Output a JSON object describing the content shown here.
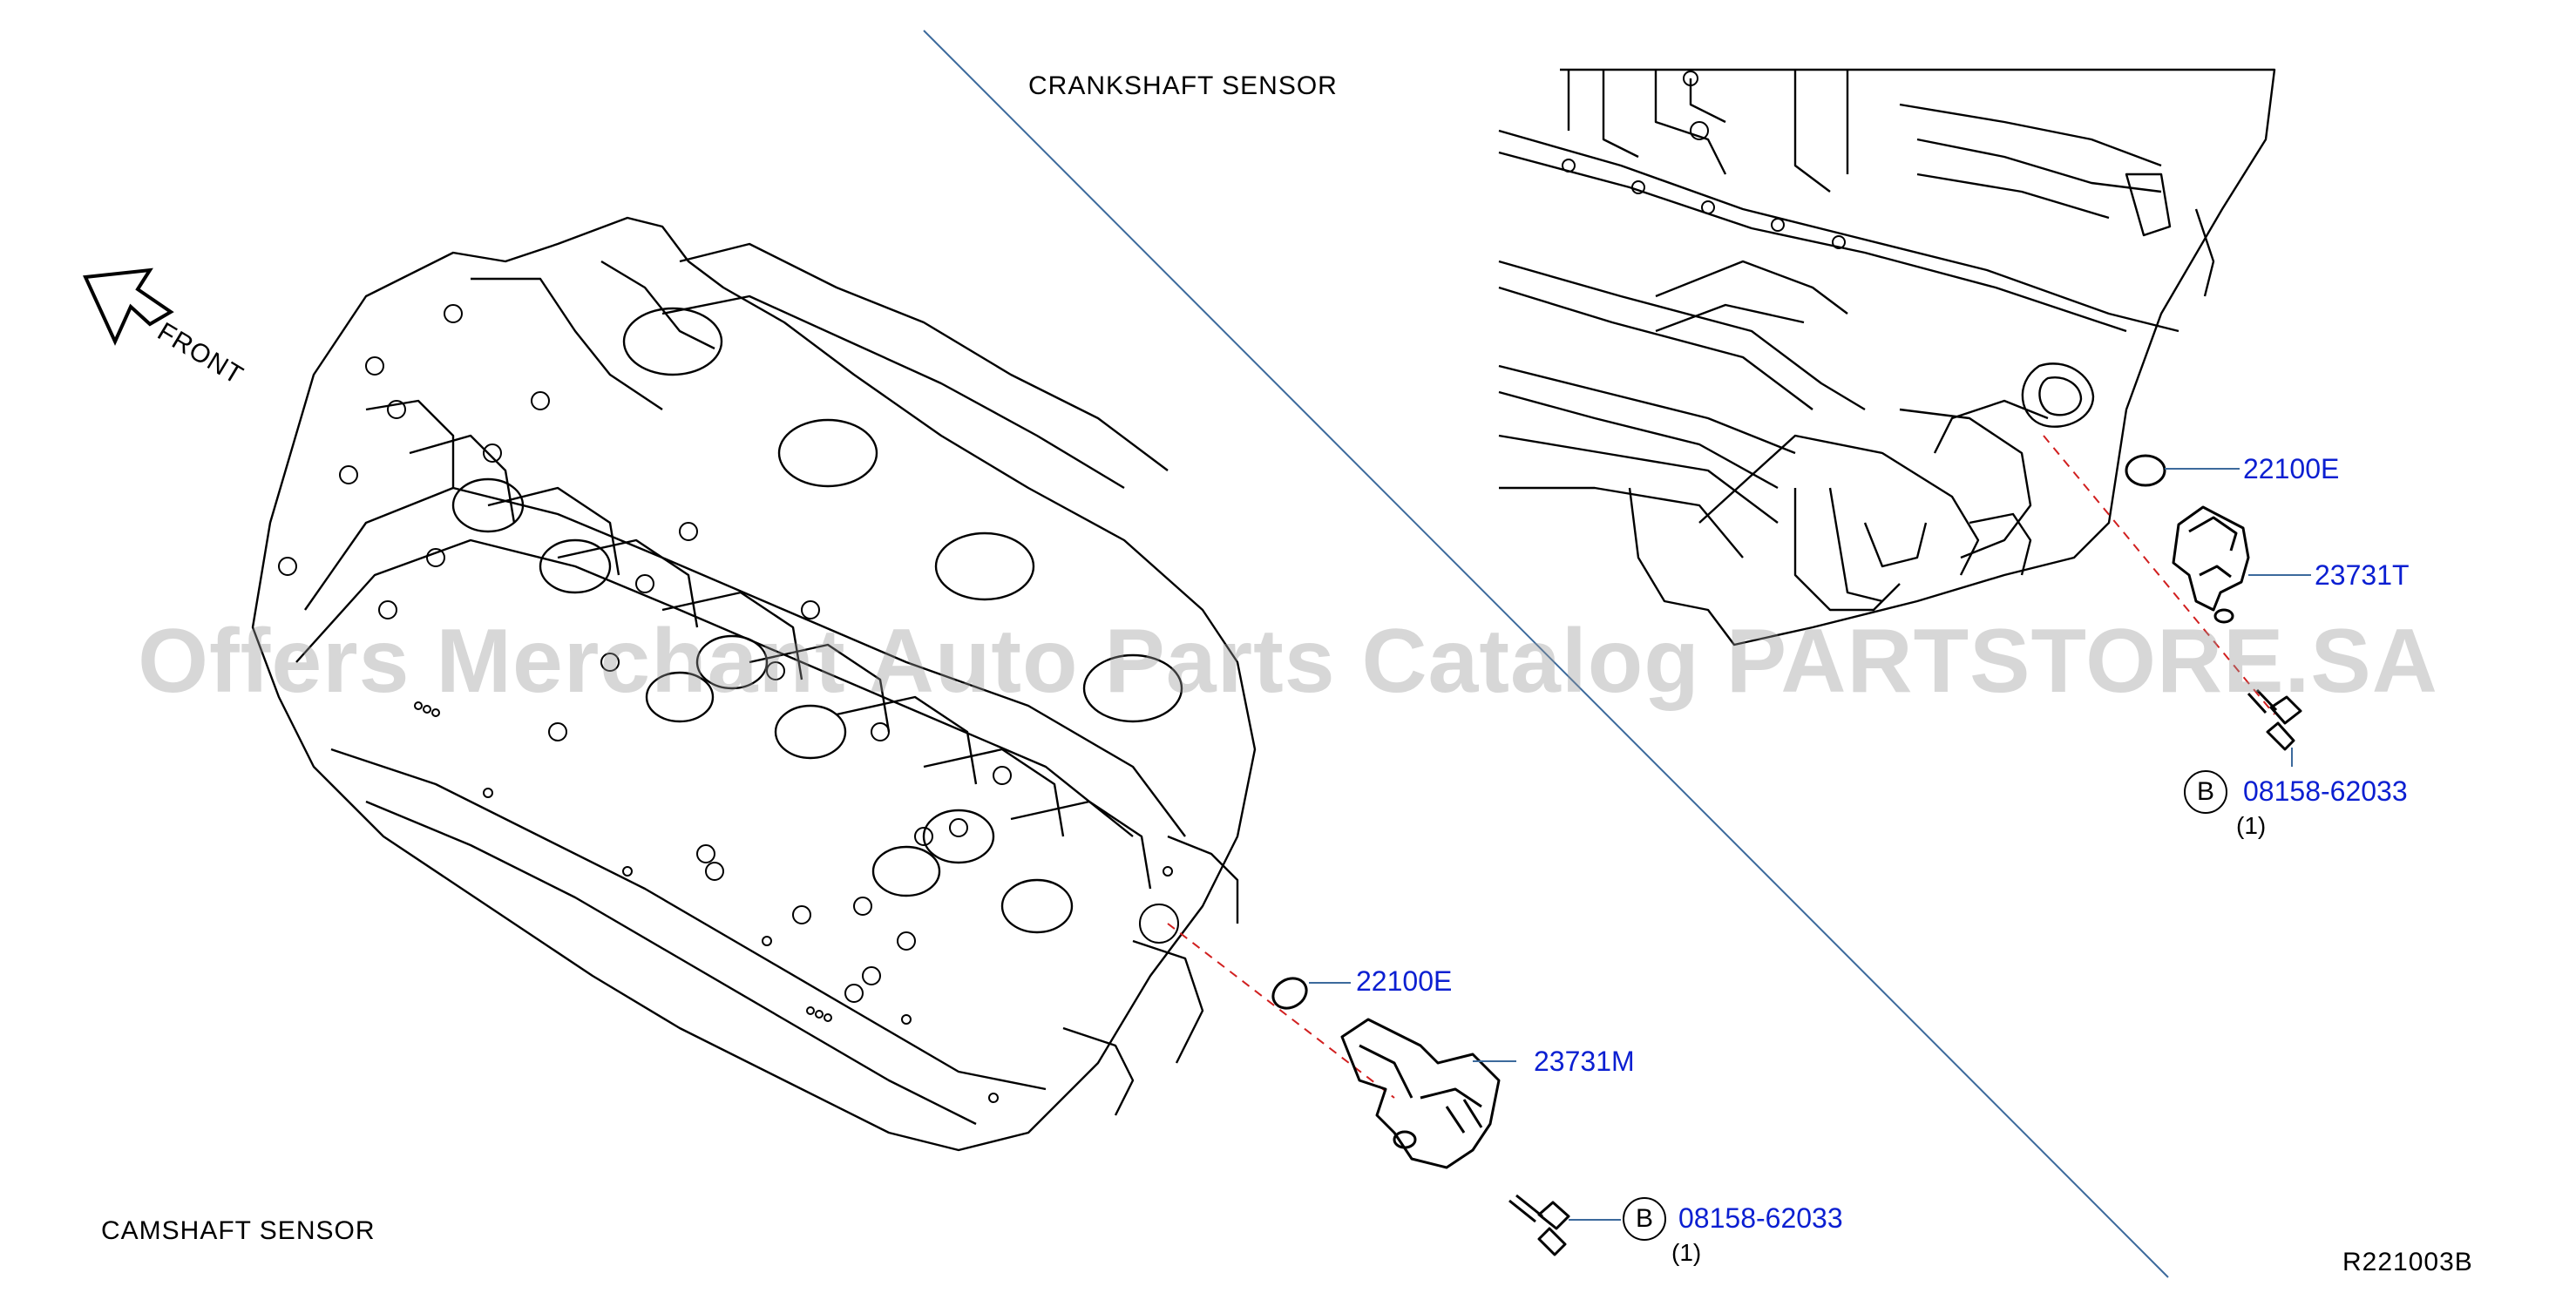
{
  "labels": {
    "crankshaft_title": "CRANKSHAFT   SENSOR",
    "camshaft_title": "CAMSHAFT   SENSOR",
    "front": "FRONT",
    "ref": "R221003B"
  },
  "watermark": "Offers Merchant Auto Parts Catalog PARTSTORE.SA",
  "crank_parts": {
    "oring": "22100E",
    "sensor": "23731T",
    "bolt_badge": "B",
    "bolt": "08158-62033",
    "bolt_qty": "(1)"
  },
  "cam_parts": {
    "oring": "22100E",
    "sensor": "23731M",
    "bolt_badge": "B",
    "bolt": "08158-62033",
    "bolt_qty": "(1)"
  },
  "colors": {
    "part_number": "#0b1fd1",
    "divider": "#3c6a9c",
    "guide_dash": "#d11f1f"
  }
}
